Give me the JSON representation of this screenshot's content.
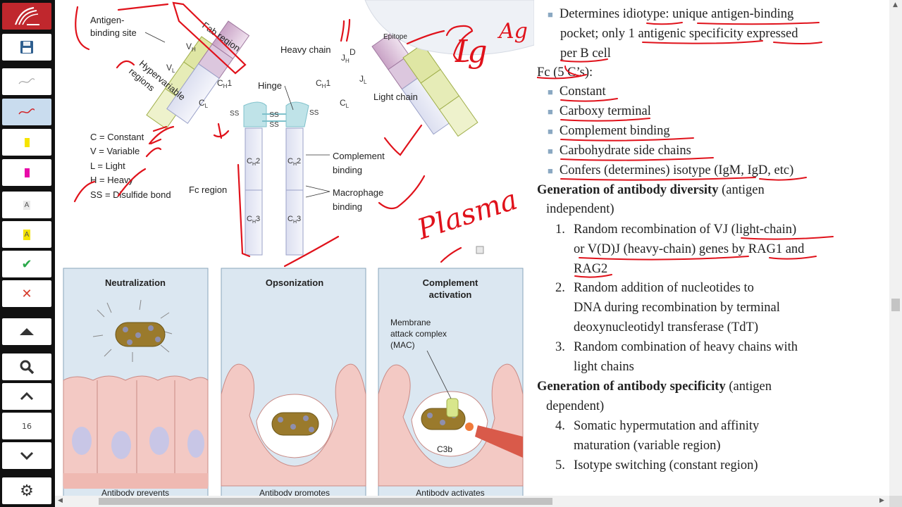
{
  "toolbar": {
    "page_number": "16",
    "text_tool_label": "A",
    "tools": [
      "annotator-logo",
      "save-icon",
      "pen-thin-icon",
      "pen-red-icon",
      "highlighter-yellow",
      "highlighter-magenta",
      "text-tool",
      "text-highlight-tool",
      "check-icon",
      "close-icon",
      "eject-icon",
      "search-icon",
      "chevron-up-icon",
      "page-number",
      "chevron-down-icon",
      "settings-icon"
    ],
    "colors": {
      "brand": "#c0272d",
      "yellow": "#f5e400",
      "magenta": "#e80aa8",
      "check": "#2aa84a",
      "close": "#d63a2a",
      "selected": "#c9dcee"
    }
  },
  "figure": {
    "antigen_binding_site": [
      "Antigen-",
      "binding site"
    ],
    "fab_region": "Fab region",
    "hypervariable": [
      "Hypervariable",
      "regions"
    ],
    "heavy_chain": "Heavy chain",
    "epitope": "Epitope",
    "hinge": "Hinge",
    "light_chain": "Light chain",
    "complement_binding": [
      "Complement",
      "binding"
    ],
    "macrophage_binding": [
      "Macrophage",
      "binding"
    ],
    "fc_region": "Fc region",
    "legend": [
      "C = Constant",
      "V = Variable",
      "L = Light",
      "H = Heavy",
      "SS = Disulfide bond"
    ],
    "domains": {
      "vh": "V",
      "vh_sub": "H",
      "vl": "V",
      "vl_sub": "L",
      "ch1": "C",
      "ch1_sub": "H",
      "ch1_num": "1",
      "cl": "C",
      "cl_sub": "L",
      "jh": "J",
      "jh_sub": "H",
      "d": "D",
      "jl": "J",
      "jl_sub": "L",
      "ch2": "C",
      "ch2_sub": "H",
      "ch2_num": "2",
      "ch3": "C",
      "ch3_sub": "H",
      "ch3_num": "3",
      "ss": "SS"
    },
    "panels": [
      {
        "title": "Neutralization",
        "caption": "Antibody prevents"
      },
      {
        "title": "Opsonization",
        "caption": "Antibody promotes"
      },
      {
        "title": "Complement",
        "title2": "activation",
        "caption": "Antibody activates",
        "mac": [
          "Membrane",
          "attack complex",
          "(MAC)"
        ],
        "c3b": "C3b"
      }
    ],
    "handwriting": [
      "Ig",
      "Ag",
      "Plasma"
    ]
  },
  "notes": {
    "l1": "Determines idiotype: unique antigen-binding",
    "l2": "pocket; only 1 antigenic specificity expressed",
    "l3": "per B cell",
    "fc_head": "Fc (5 C’s):",
    "fc_items": [
      "Constant",
      "Carboxy terminal",
      "Complement binding",
      "Carbohydrate side chains",
      "Confers (determines) isotype (IgM, IgD, etc)"
    ],
    "div_head": "Generation of antibody diversity",
    "div_paren": " (antigen",
    "div_paren2": "independent)",
    "div_items": [
      [
        "1.",
        "Random recombination of VJ (light-chain)",
        "or V(D)J (heavy-chain) genes by RAG1 and",
        "RAG2"
      ],
      [
        "2.",
        "Random addition of nucleotides to",
        "DNA during recombination by terminal",
        "deoxynucleotidyl transferase (TdT)"
      ],
      [
        "3.",
        "Random combination of heavy chains with",
        "light chains"
      ]
    ],
    "spec_head": "Generation of antibody specificity",
    "spec_paren": " (antigen",
    "spec_paren2": "dependent)",
    "spec_items": [
      [
        "4.",
        "Somatic hypermutation and affinity",
        "maturation (variable region)"
      ],
      [
        "5.",
        "Isotype switching (constant region)"
      ]
    ]
  },
  "ink_color": "#e0121b"
}
